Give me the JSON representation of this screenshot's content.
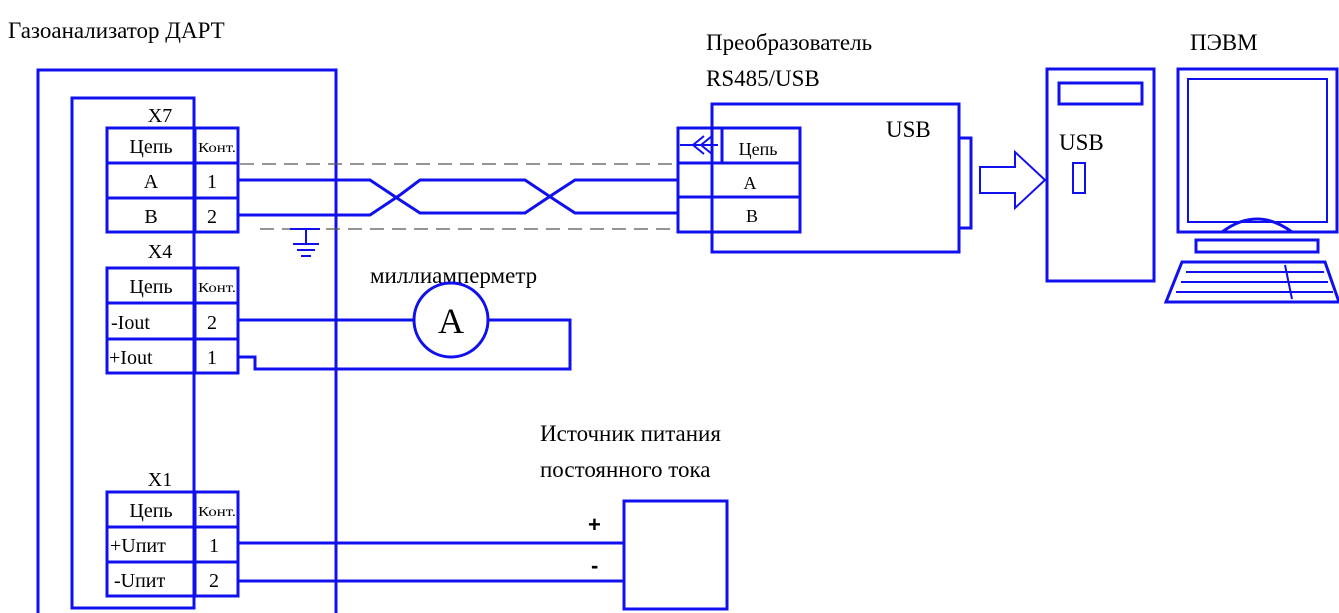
{
  "labels": {
    "analyzer_title": "Газоанализатор ДАРТ",
    "converter_title_line1": "Преобразователь",
    "converter_title_line2": "RS485/USB",
    "pc_title": "ПЭВМ",
    "converter_usb": "USB",
    "pc_usb": "USB",
    "ammeter_label": "миллиамперметр",
    "ammeter_symbol": "A",
    "power_title_line1": "Источник питания",
    "power_title_line2": "постоянного тока",
    "power_plus": "+",
    "power_minus": "-"
  },
  "connectors": {
    "x7": {
      "name": "X7",
      "header_circuit": "Цепь",
      "header_pin": "Конт.",
      "rows": [
        {
          "circuit": "A",
          "pin": "1"
        },
        {
          "circuit": "B",
          "pin": "2"
        }
      ]
    },
    "x4": {
      "name": "X4",
      "header_circuit": "Цепь",
      "header_pin": "Конт.",
      "rows": [
        {
          "circuit": "-Iout",
          "pin": "2"
        },
        {
          "circuit": "+Iout",
          "pin": "1"
        }
      ]
    },
    "x1": {
      "name": "X1",
      "header_circuit": "Цепь",
      "header_pin": "Конт.",
      "rows": [
        {
          "circuit": "+Uпит",
          "pin": "1"
        },
        {
          "circuit": "-Uпит",
          "pin": "2"
        }
      ]
    },
    "converter": {
      "header_circuit": "Цепь",
      "rows": [
        {
          "circuit": "A"
        },
        {
          "circuit": "B"
        }
      ]
    }
  }
}
